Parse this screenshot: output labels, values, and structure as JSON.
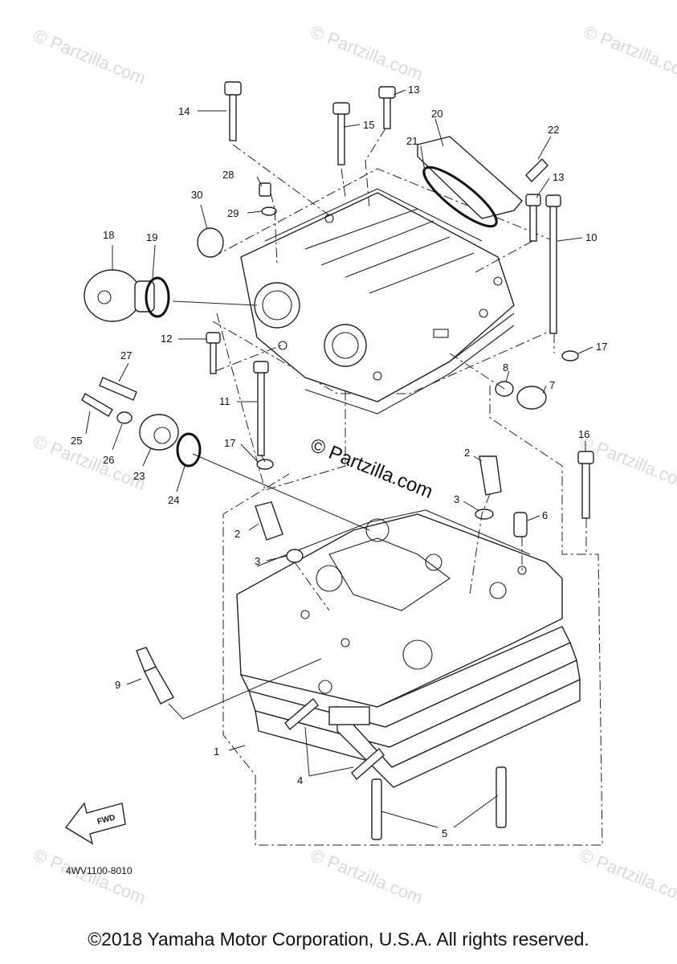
{
  "watermark": {
    "text": "© Partzilla.com",
    "center_text": "© Partzilla.com"
  },
  "diagram": {
    "code": "4WV1100-8010",
    "fwd_label": "FWD",
    "callouts": [
      {
        "id": "c1",
        "label": "1"
      },
      {
        "id": "c2a",
        "label": "2"
      },
      {
        "id": "c2b",
        "label": "2"
      },
      {
        "id": "c3a",
        "label": "3"
      },
      {
        "id": "c3b",
        "label": "3"
      },
      {
        "id": "c4",
        "label": "4"
      },
      {
        "id": "c5",
        "label": "5"
      },
      {
        "id": "c6",
        "label": "6"
      },
      {
        "id": "c7",
        "label": "7"
      },
      {
        "id": "c8",
        "label": "8"
      },
      {
        "id": "c9",
        "label": "9"
      },
      {
        "id": "c10",
        "label": "10"
      },
      {
        "id": "c11",
        "label": "11"
      },
      {
        "id": "c12",
        "label": "12"
      },
      {
        "id": "c13a",
        "label": "13"
      },
      {
        "id": "c13b",
        "label": "13"
      },
      {
        "id": "c14",
        "label": "14"
      },
      {
        "id": "c15",
        "label": "15"
      },
      {
        "id": "c16",
        "label": "16"
      },
      {
        "id": "c17a",
        "label": "17"
      },
      {
        "id": "c17b",
        "label": "17"
      },
      {
        "id": "c18",
        "label": "18"
      },
      {
        "id": "c19",
        "label": "19"
      },
      {
        "id": "c20",
        "label": "20"
      },
      {
        "id": "c21",
        "label": "21"
      },
      {
        "id": "c22",
        "label": "22"
      },
      {
        "id": "c23",
        "label": "23"
      },
      {
        "id": "c24",
        "label": "24"
      },
      {
        "id": "c25",
        "label": "25"
      },
      {
        "id": "c26",
        "label": "26"
      },
      {
        "id": "c27",
        "label": "27"
      },
      {
        "id": "c28",
        "label": "28"
      },
      {
        "id": "c29",
        "label": "29"
      },
      {
        "id": "c30",
        "label": "30"
      }
    ]
  },
  "footer": {
    "copyright": "©2018 Yamaha Motor Corporation, U.S.A. All rights reserved."
  }
}
